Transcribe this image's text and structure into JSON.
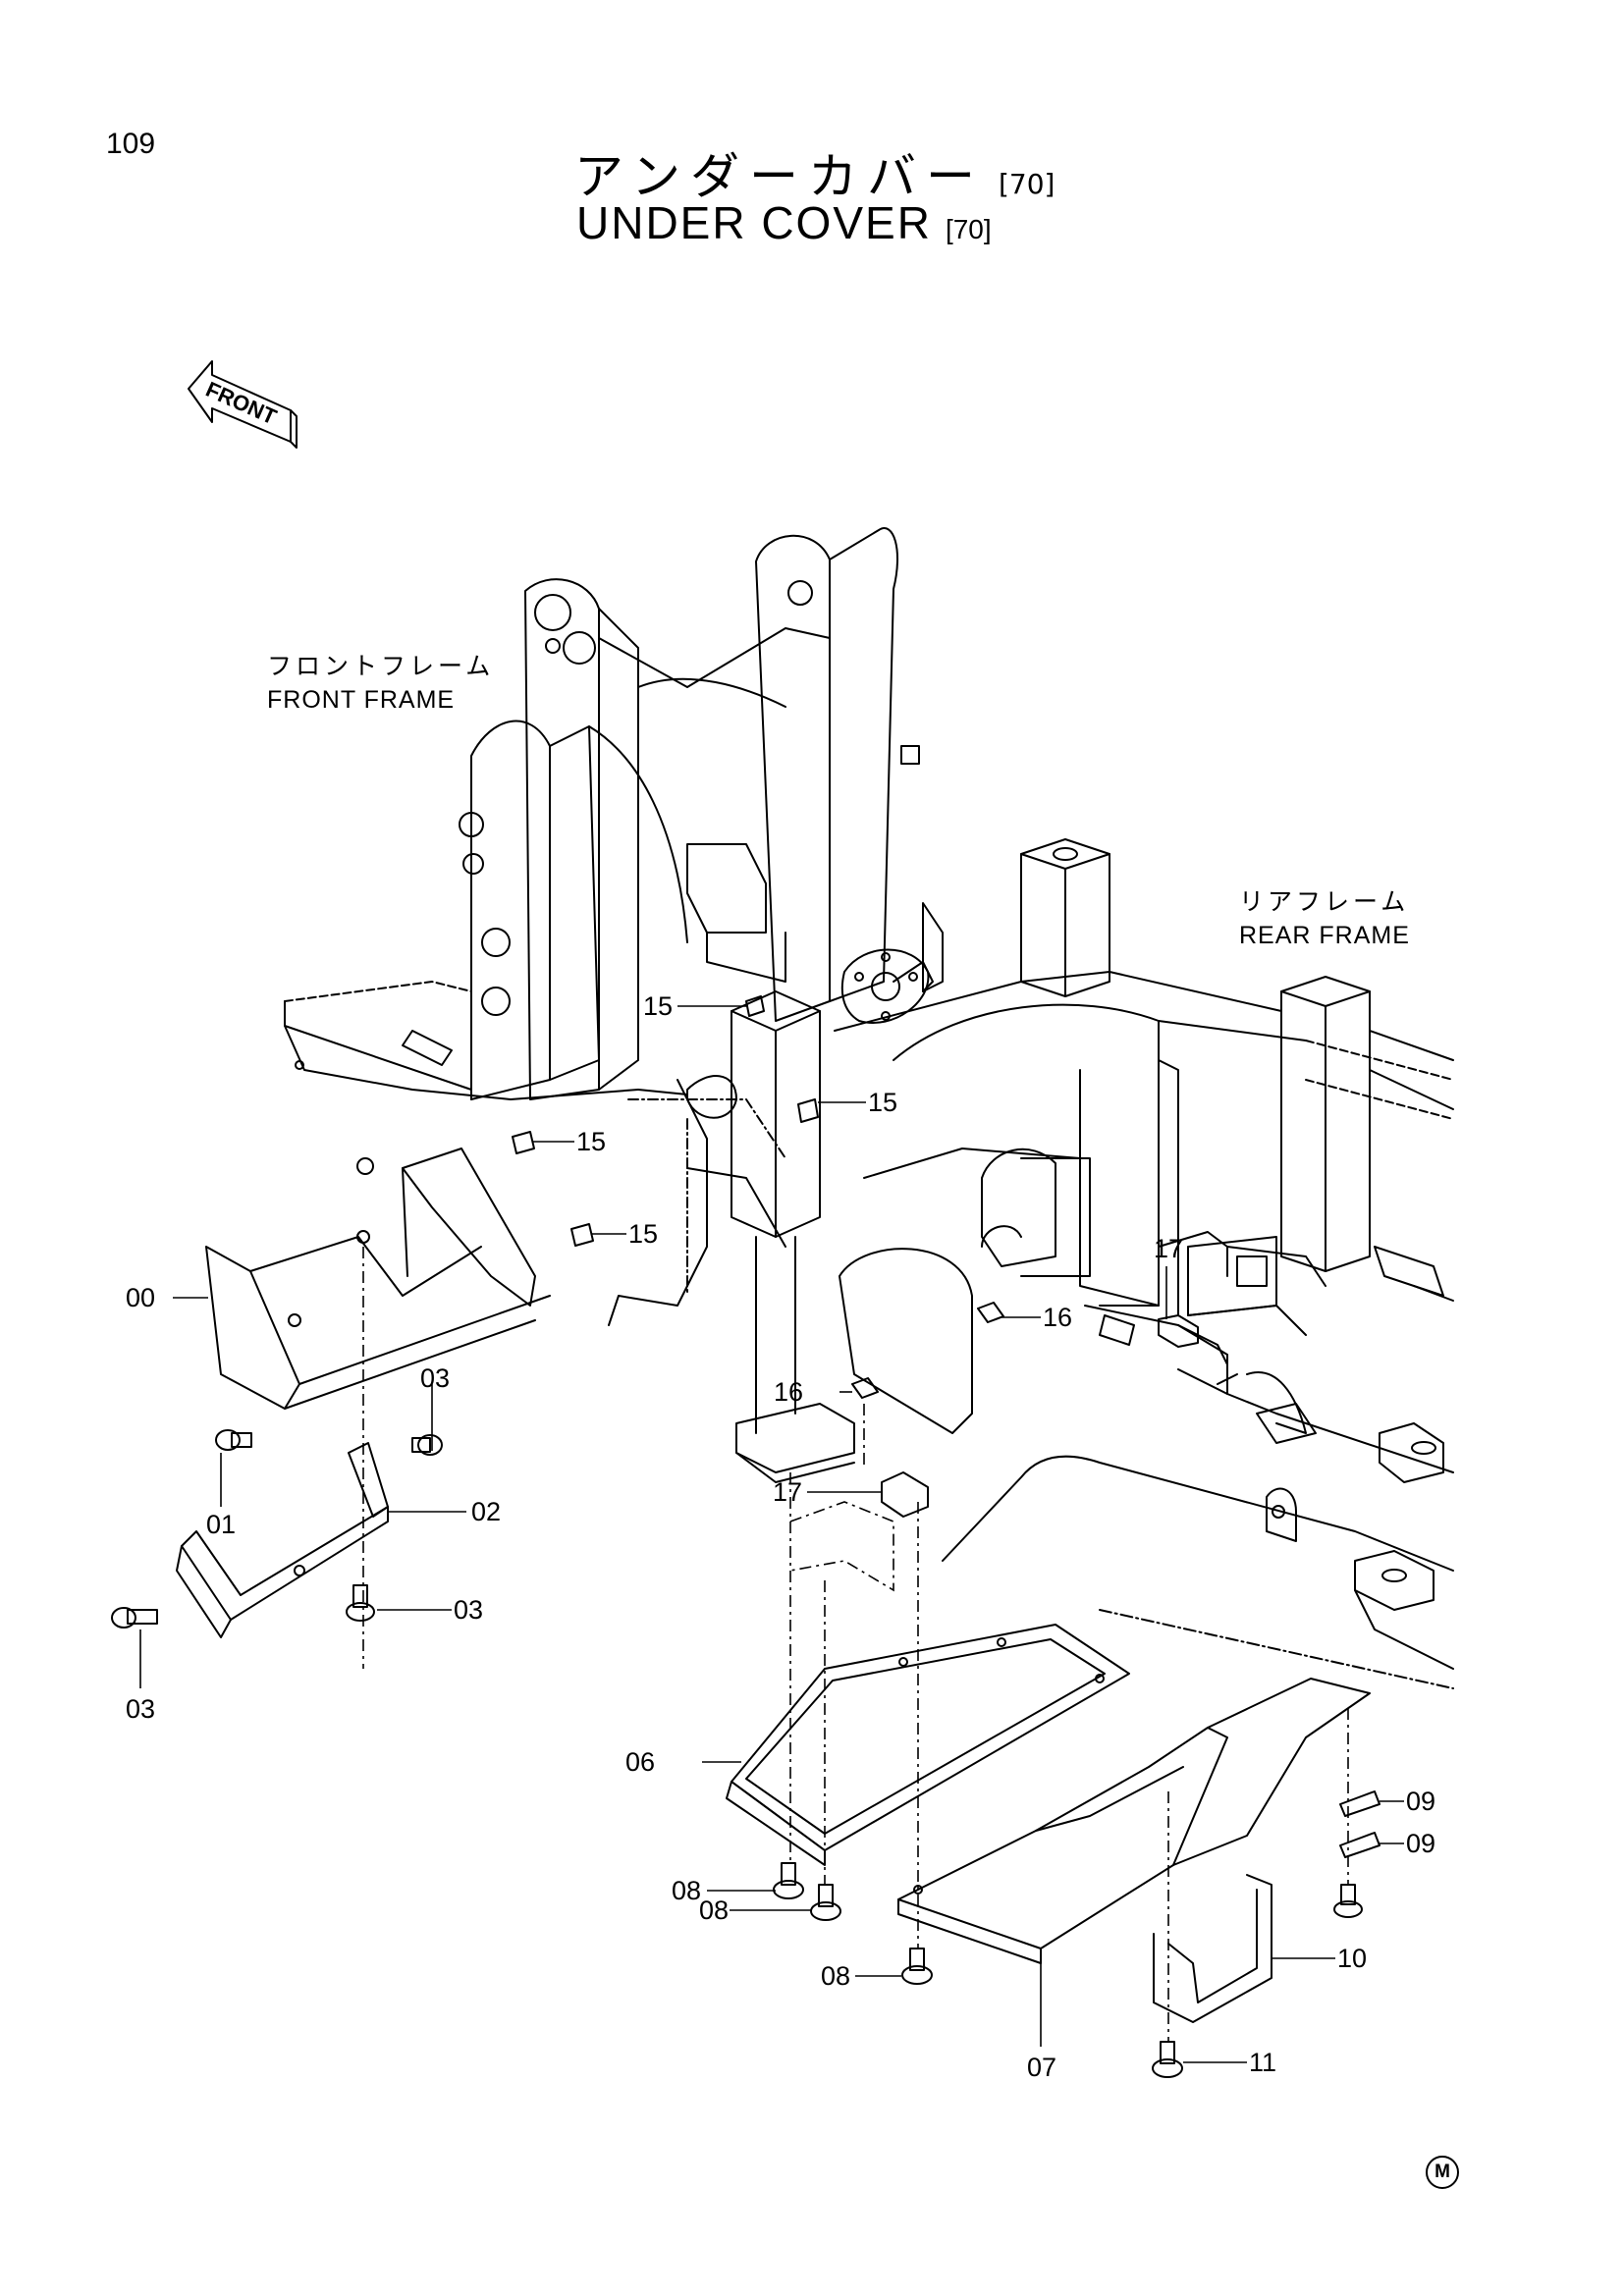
{
  "page_number": "109",
  "title": {
    "ja": "アンダーカバー",
    "en": "UNDER COVER",
    "code": "[70]"
  },
  "front_arrow_label": "FRONT",
  "front_frame": {
    "ja": "フロントフレーム",
    "en": "FRONT FRAME"
  },
  "rear_frame": {
    "ja": "リアフレーム",
    "en": "REAR FRAME"
  },
  "callouts": {
    "c00": "00",
    "c01": "01",
    "c02": "02",
    "c03a": "03",
    "c03b": "03",
    "c03c": "03",
    "c06": "06",
    "c07": "07",
    "c08a": "08",
    "c08b": "08",
    "c08c": "08",
    "c09a": "09",
    "c09b": "09",
    "c10": "10",
    "c11": "11",
    "c15a": "15",
    "c15b": "15",
    "c15c": "15",
    "c15d": "15",
    "c16a": "16",
    "c16b": "16",
    "c17a": "17",
    "c17b": "17"
  },
  "corner_mark": "M"
}
